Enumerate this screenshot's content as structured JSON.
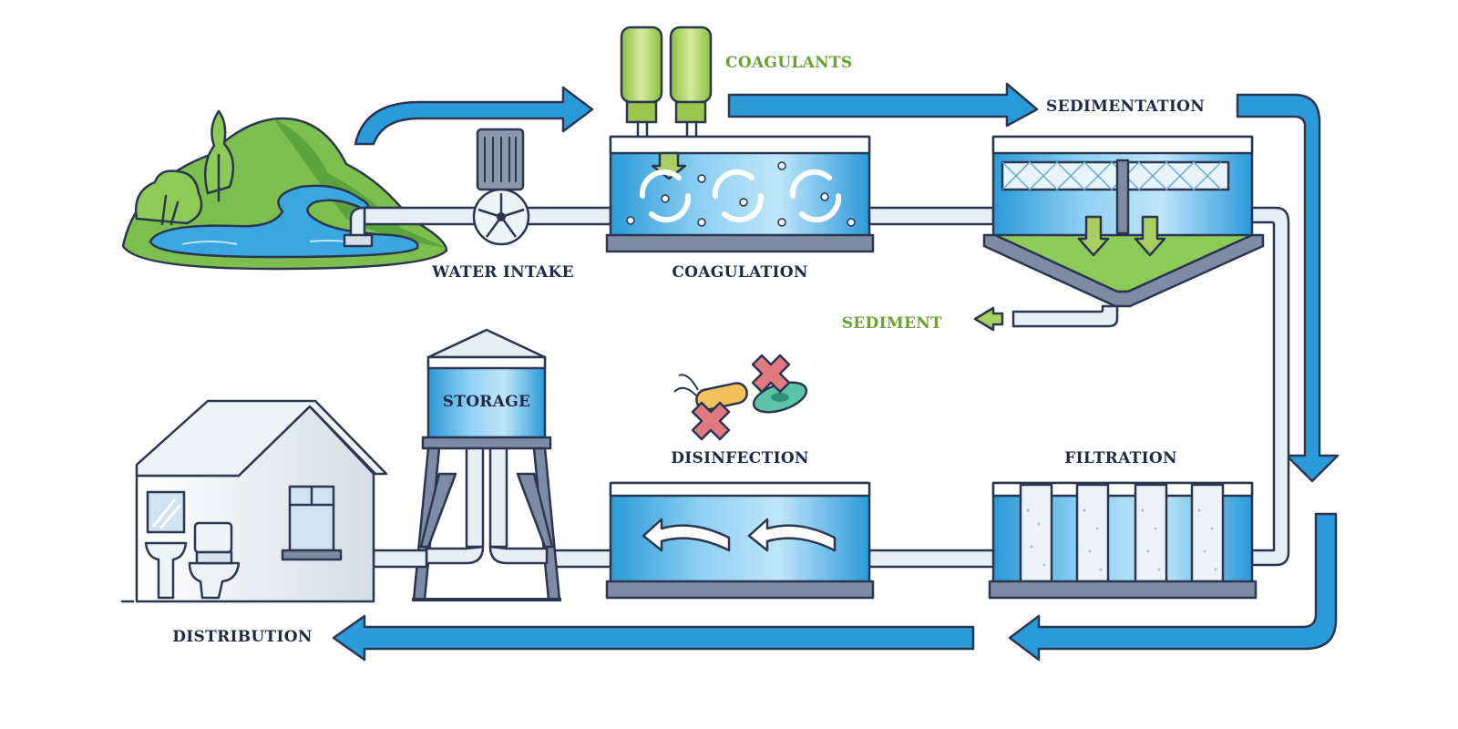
{
  "labels": {
    "coagulants": "COAGULANTS",
    "sedimentation": "SEDIMENTATION",
    "water_intake": "WATER INTAKE",
    "coagulation": "COAGULATION",
    "sediment": "SEDIMENT",
    "storage": "STORAGE",
    "disinfection": "DISINFECTION",
    "filtration": "FILTRATION",
    "distribution": "DISTRIBUTION"
  },
  "colors": {
    "flow_arrow": "#2a9ad9",
    "water_dark": "#2a9ad9",
    "water_light": "#9fd6f5",
    "green_label": "#6aa232",
    "coagulant_green": "#a9cf62",
    "outline": "#2b3650",
    "pipe": "#e6eef6",
    "base": "#7d8ca3",
    "red_cross": "#e07a80"
  },
  "icons": [
    "hill-icon",
    "river-icon",
    "pump-icon",
    "coagulant-bottle-icon",
    "mixing-arrow-icon",
    "bacteria-icon",
    "cross-icon",
    "water-tower-icon",
    "house-icon",
    "toilet-icon",
    "sink-icon"
  ]
}
